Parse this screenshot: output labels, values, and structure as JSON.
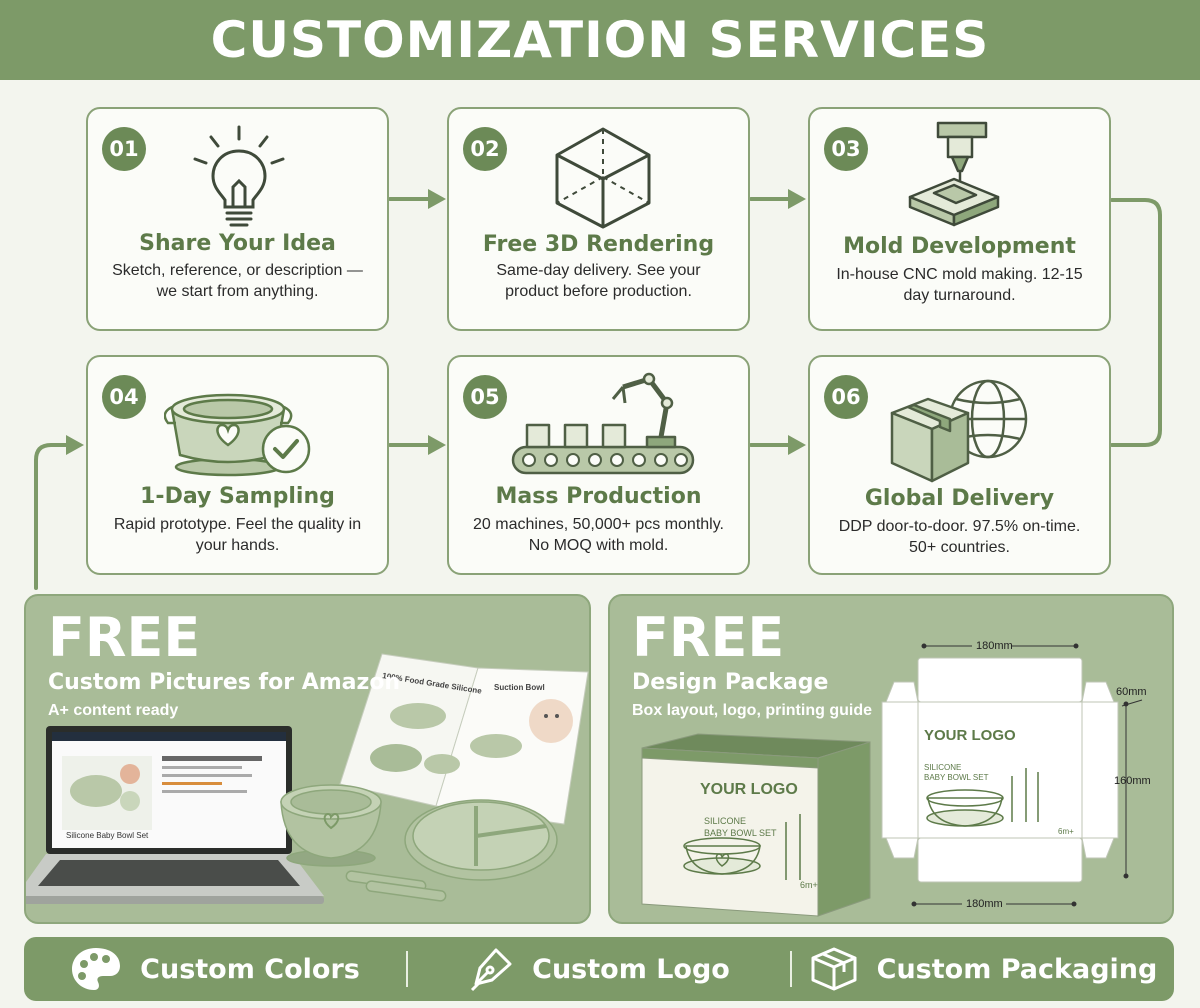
{
  "header": {
    "title": "CUSTOMIZATION SERVICES"
  },
  "steps": [
    {
      "num": "01",
      "title": "Share Your Idea",
      "desc": "Sketch, reference, or description — we start from anything.",
      "icon": "lightbulb-icon"
    },
    {
      "num": "02",
      "title": "Free 3D Rendering",
      "desc": "Same-day delivery. See your product before production.",
      "icon": "cube-icon"
    },
    {
      "num": "03",
      "title": "Mold Development",
      "desc": "In-house CNC mold making. 12-15 day turnaround.",
      "icon": "cnc-machine-icon"
    },
    {
      "num": "04",
      "title": "1-Day Sampling",
      "desc": "Rapid prototype. Feel the quality in your hands.",
      "icon": "bowl-check-icon"
    },
    {
      "num": "05",
      "title": "Mass Production",
      "desc": "20 machines, 50,000+ pcs monthly. No MOQ with mold.",
      "icon": "conveyor-robot-icon"
    },
    {
      "num": "06",
      "title": "Global Delivery",
      "desc": "DDP door-to-door. 97.5% on-time. 50+ countries.",
      "icon": "box-globe-icon"
    }
  ],
  "panel_amazon": {
    "free": "FREE",
    "title": "Custom Pictures for Amazon",
    "subtitle": "A+ content ready",
    "laptop_caption": "Silicone Baby Bowl Set",
    "brochure_title": "100% Food Grade Silicone",
    "brochure_heading": "Suction Bowl"
  },
  "panel_design": {
    "free": "FREE",
    "title": "Design Package",
    "subtitle": "Box layout, logo, printing guide",
    "box_logo": "YOUR LOGO",
    "box_line1": "SILICONE",
    "box_line2": "BABY BOWL SET",
    "box_age": "6m+",
    "dim_top": "180mm",
    "dim_bottom": "180mm",
    "dim_side": "60mm",
    "dim_height": "160mm"
  },
  "features": [
    {
      "label": "Custom Colors",
      "icon": "palette-icon"
    },
    {
      "label": "Custom Logo",
      "icon": "pen-nib-icon"
    },
    {
      "label": "Custom Packaging",
      "icon": "package-icon"
    }
  ],
  "colors": {
    "primary": "#7d9a68",
    "dark": "#5d7a49",
    "panel": "#a9bc98",
    "background": "#f3f5ee"
  }
}
